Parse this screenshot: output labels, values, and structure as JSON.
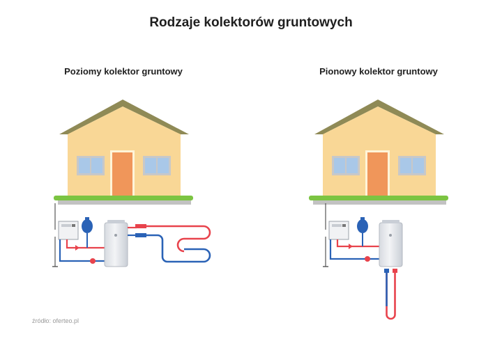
{
  "title": "Rodzaje kolektorów gruntowych",
  "panels": [
    {
      "heading": "Poziomy kolektor gruntowy"
    },
    {
      "heading": "Pionowy kolektor gruntowy"
    }
  ],
  "source": "źródło: oferteo.pl",
  "colors": {
    "wall": "#f9d796",
    "roof": "#8f8a56",
    "door": "#f0965a",
    "window_frame": "#c8c8c8",
    "window_glass": "#a9c8e8",
    "grass": "#7cc442",
    "soil": "#c2c2c2",
    "hot_pipe": "#e8434c",
    "cold_pipe": "#2a62b6",
    "tank": "#e2e5ea",
    "vessel": "#2a62b6"
  }
}
